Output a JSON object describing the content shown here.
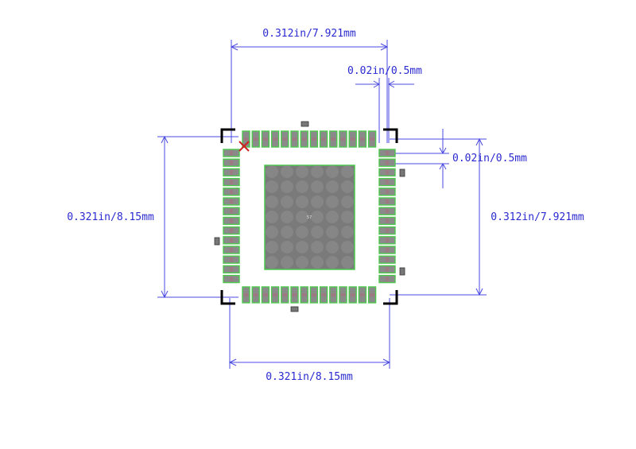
{
  "dimensions": {
    "top_width": "0.312in/7.921mm",
    "pitch_top": "0.02in/0.5mm",
    "pitch_right": "0.02in/0.5mm",
    "left_height": "0.321in/8.15mm",
    "right_height": "0.312in/7.921mm",
    "bottom_width": "0.321in/8.15mm"
  },
  "footprint": {
    "pads_per_side": 14,
    "thermal_pad_label": "57",
    "colors": {
      "pad_fill": "#8a8a8a",
      "pad_outline": "#4cc84c",
      "dimension": "#2a2ad0",
      "pin1_marker": "#cc2222",
      "courtyard_corner": "#000000"
    }
  }
}
